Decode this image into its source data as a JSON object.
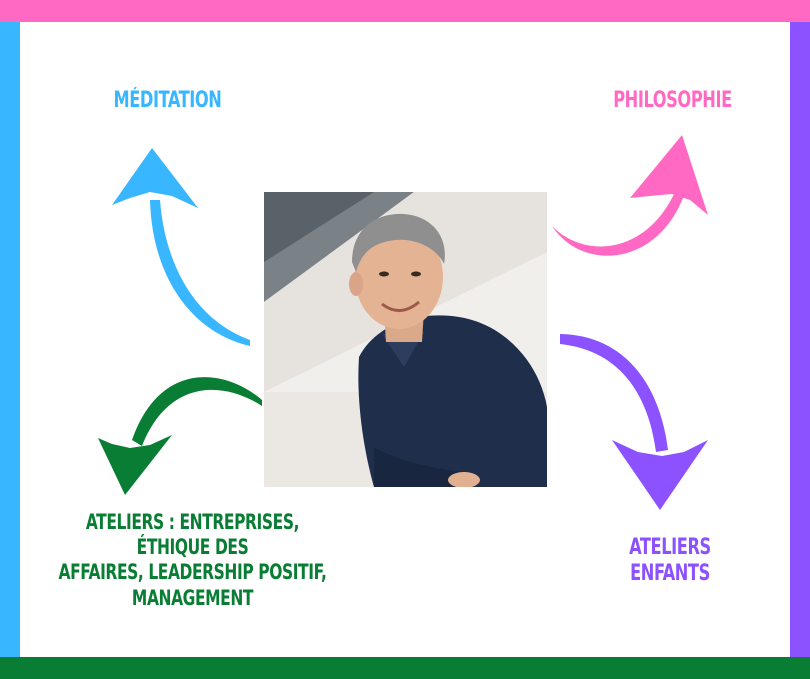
{
  "colors": {
    "pink": "#ff69c4",
    "blue": "#38b6ff",
    "purple": "#8c52ff",
    "green": "#0a7d34",
    "white": "#ffffff"
  },
  "labels": {
    "meditation": "MÉDITATION",
    "philosophie": "PHILOSOPHIE",
    "ateliers_line1": "ATELIERS : ENTREPRISES, ÉTHIQUE DES",
    "ateliers_line2": "AFFAIRES, LEADERSHIP POSITIF,",
    "ateliers_line3": "MANAGEMENT",
    "enfants": "ATELIERS ENFANTS"
  },
  "icons": {
    "arrow_meditation": "curved-arrow-up-icon",
    "arrow_philosophie": "curved-arrow-up-right-icon",
    "arrow_ateliers": "curved-arrow-down-left-icon",
    "arrow_enfants": "curved-arrow-down-icon"
  }
}
